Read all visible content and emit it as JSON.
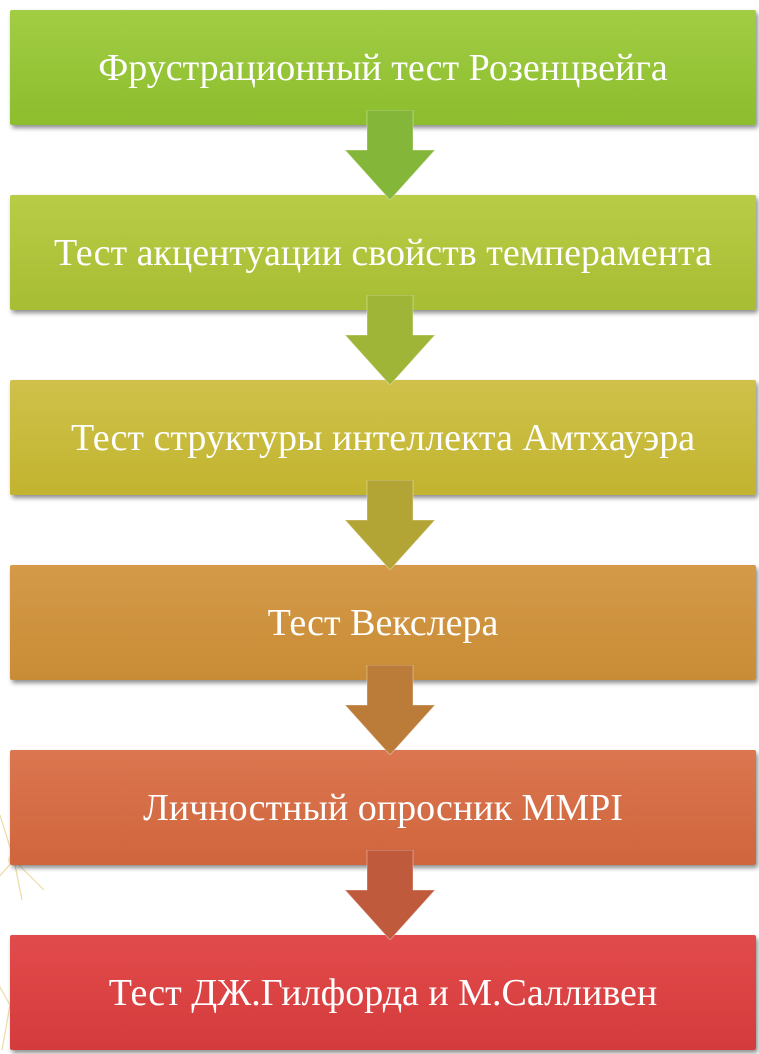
{
  "steps": [
    {
      "label": "Фрустрационный тест Розенцвейга",
      "color": "#8cbd2d",
      "color_light": "#a2cd44",
      "arrow_color": "#84b63a"
    },
    {
      "label": "Тест акцентуации свойств темперамента",
      "color": "#a7bd33",
      "color_light": "#b9cc46",
      "arrow_color": "#9fb538"
    },
    {
      "label": "Тест структуры интеллекта Амтхауэра",
      "color": "#c2b42f",
      "color_light": "#cfc14a",
      "arrow_color": "#b2a536"
    },
    {
      "label": "Тест Векслера",
      "color": "#c98c36",
      "color_light": "#d49a48",
      "arrow_color": "#bb7b39"
    },
    {
      "label": "Личностный опросник MMPI",
      "color": "#cf653c",
      "color_light": "#db7650",
      "arrow_color": "#c05a3c"
    },
    {
      "label": "Тест ДЖ.Гилфорда и М.Салливен",
      "color": "#d43b3c",
      "color_light": "#e24b4b",
      "arrow_color": ""
    }
  ]
}
